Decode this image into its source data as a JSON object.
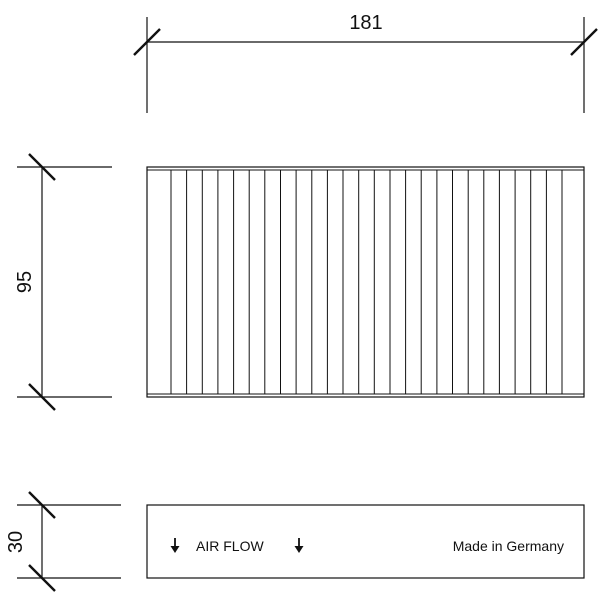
{
  "dimensions": {
    "width": "181",
    "height": "95",
    "thickness": "30"
  },
  "side_view": {
    "airflow_label": "AIR FLOW",
    "origin_label": "Made in Germany",
    "airflow_icon": "arrow-down-icon"
  },
  "front_view": {
    "pleat_count": 26
  },
  "colors": {
    "line": "#111111",
    "background": "#ffffff"
  }
}
